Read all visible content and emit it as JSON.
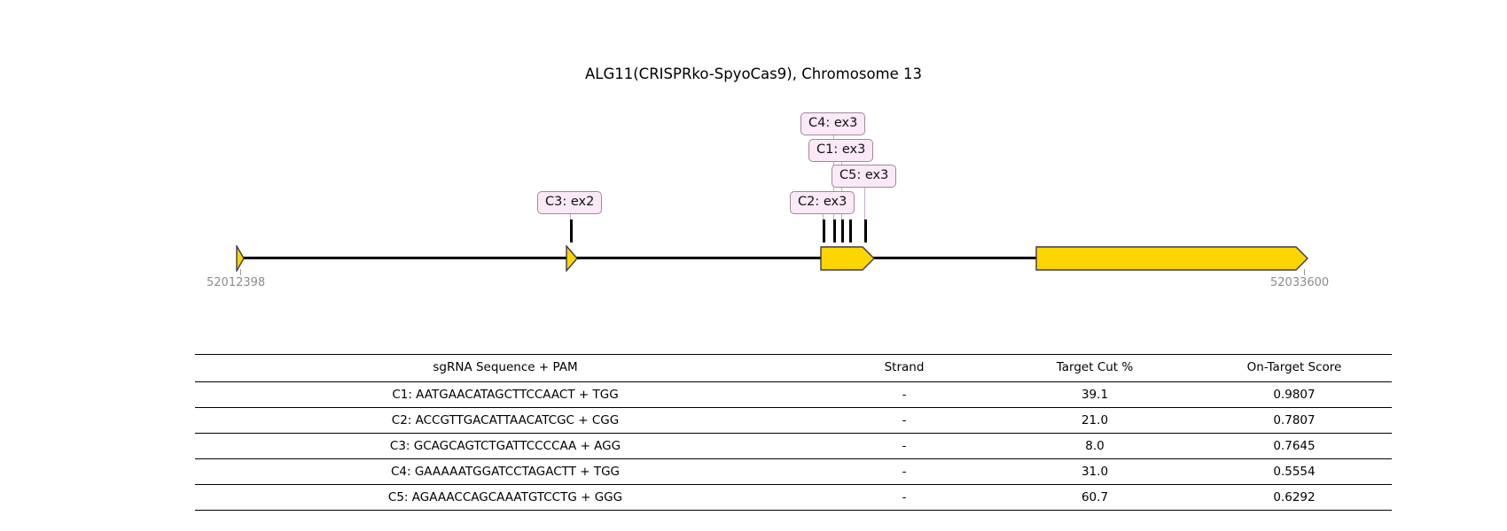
{
  "chart_data": {
    "type": "table",
    "title": "ALG11(CRISPRko-SpyoCas9), Chromosome 13",
    "gene": "ALG11",
    "nuclease": "CRISPRko-SpyoCas9",
    "chromosome": "Chromosome 13",
    "axis": {
      "start_label": "52012398",
      "end_label": "52033600",
      "start_value": 52012398,
      "end_value": 52033600
    },
    "guide_markers": [
      {
        "id": "C4",
        "label": "C4: ex3",
        "exon": "ex3",
        "x_frac": 0.488
      },
      {
        "id": "C1",
        "label": "C1: ex3",
        "exon": "ex3",
        "x_frac": 0.493
      },
      {
        "id": "C5",
        "label": "C5: ex3",
        "exon": "ex3",
        "x_frac": 0.516
      },
      {
        "id": "C2",
        "label": "C2: ex3",
        "exon": "ex3",
        "x_frac": 0.482
      },
      {
        "id": "C3",
        "label": "C3: ex2",
        "exon": "ex2",
        "x_frac": 0.268
      }
    ],
    "exons": [
      {
        "name": "ex1",
        "x_frac": 0.0,
        "width_frac": 0.002
      },
      {
        "name": "ex2",
        "x_frac": 0.267,
        "width_frac": 0.002
      },
      {
        "name": "ex3",
        "x_frac": 0.485,
        "width_frac": 0.03
      },
      {
        "name": "ex4",
        "x_frac": 0.675,
        "width_frac": 0.218
      }
    ],
    "columns": [
      "sgRNA Sequence + PAM",
      "Strand",
      "Target Cut %",
      "On-Target Score"
    ],
    "rows": [
      [
        "C1: AATGAACATAGCTTCCAACT + TGG",
        "-",
        "39.1",
        "0.9807"
      ],
      [
        "C2: ACCGTTGACATTAACATCGC + CGG",
        "-",
        "21.0",
        "0.7807"
      ],
      [
        "C3: GCAGCAGTCTGATTCCCCAA + AGG",
        "-",
        "8.0",
        "0.7645"
      ],
      [
        "C4: GAAAAATGGATCCTAGACTT + TGG",
        "-",
        "31.0",
        "0.5554"
      ],
      [
        "C5: AGAAACCAGCAAATGTCCTG + GGG",
        "-",
        "60.7",
        "0.6292"
      ]
    ],
    "colors": {
      "exon_fill": "#FFD500",
      "exon_stroke": "#3a3a4a",
      "label_fill": "#FBE9F7",
      "label_stroke": "#9c8a9c",
      "backbone": "#000000",
      "coord_text": "#8c8c8c"
    }
  },
  "track": {
    "title": "ALG11(CRISPRko-SpyoCas9), Chromosome 13",
    "start_coordinate": "52012398",
    "end_coordinate": "52033600",
    "labels": {
      "c4": "C4: ex3",
      "c1": "C1: ex3",
      "c5": "C5: ex3",
      "c2": "C2: ex3",
      "c3": "C3: ex2"
    }
  },
  "table": {
    "headers": {
      "sequence": "sgRNA Sequence + PAM",
      "strand": "Strand",
      "cut": "Target Cut %",
      "score": "On-Target Score"
    },
    "rows": [
      {
        "sequence": "C1: AATGAACATAGCTTCCAACT + TGG",
        "strand": "-",
        "cut": "39.1",
        "score": "0.9807"
      },
      {
        "sequence": "C2: ACCGTTGACATTAACATCGC + CGG",
        "strand": "-",
        "cut": "21.0",
        "score": "0.7807"
      },
      {
        "sequence": "C3: GCAGCAGTCTGATTCCCCAA + AGG",
        "strand": "-",
        "cut": "8.0",
        "score": "0.7645"
      },
      {
        "sequence": "C4: GAAAAATGGATCCTAGACTT + TGG",
        "strand": "-",
        "cut": "31.0",
        "score": "0.5554"
      },
      {
        "sequence": "C5: AGAAACCAGCAAATGTCCTG + GGG",
        "strand": "-",
        "cut": "60.7",
        "score": "0.6292"
      }
    ]
  }
}
